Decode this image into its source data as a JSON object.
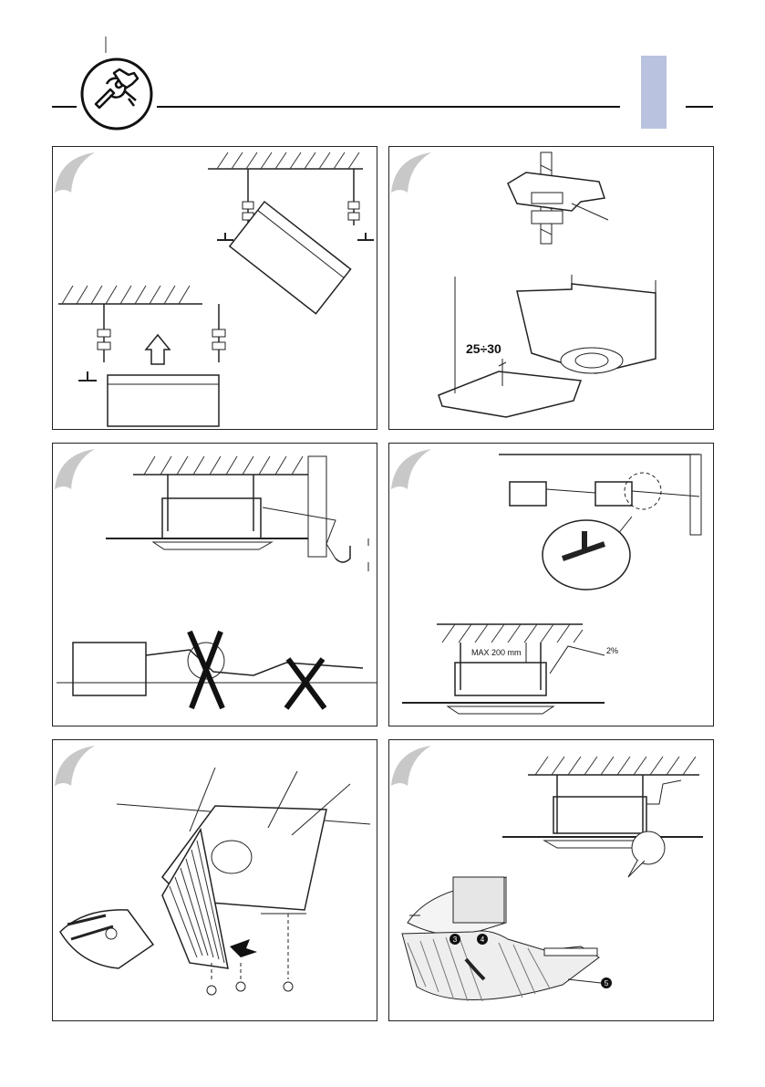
{
  "header": {
    "icon": "wrench-and-hand-icon",
    "language_tab_color": "#b9c3df"
  },
  "panels": [
    {
      "id": "panel-1",
      "labels": []
    },
    {
      "id": "panel-2",
      "labels": [
        "25÷30"
      ]
    },
    {
      "id": "panel-3",
      "labels": []
    },
    {
      "id": "panel-4",
      "labels": [
        "MAX 200 mm",
        "2%"
      ]
    },
    {
      "id": "panel-5",
      "labels": []
    },
    {
      "id": "panel-6",
      "labels": [
        "3",
        "4",
        "5"
      ]
    }
  ]
}
